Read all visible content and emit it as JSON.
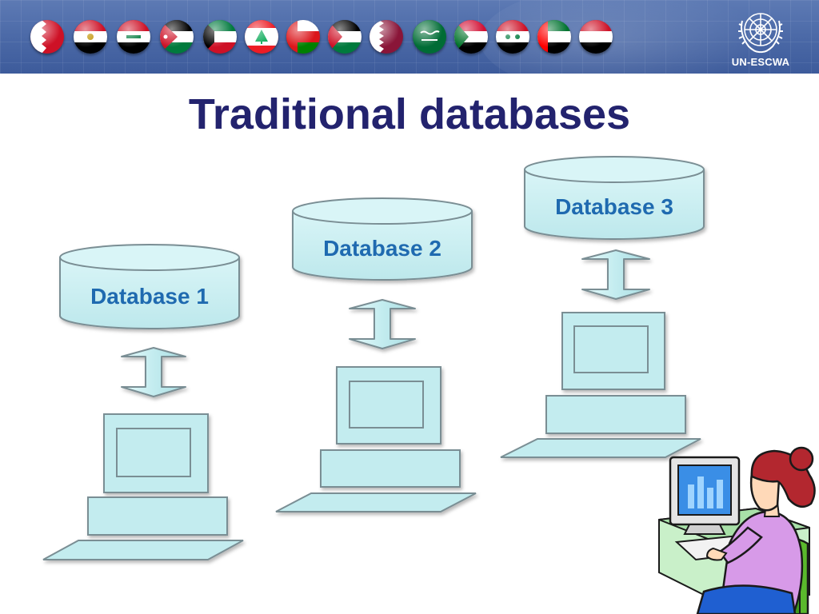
{
  "slide": {
    "title": "Traditional databases"
  },
  "banner": {
    "org_label": "UN-ESCWA",
    "logo_icon": "un-emblem-icon",
    "flags": [
      {
        "name": "bahrain",
        "colors": [
          "#ffffff",
          "#ce1126"
        ]
      },
      {
        "name": "egypt",
        "colors": [
          "#ce1126",
          "#ffffff",
          "#000000"
        ]
      },
      {
        "name": "iraq",
        "colors": [
          "#ce1126",
          "#ffffff",
          "#000000"
        ]
      },
      {
        "name": "jordan",
        "colors": [
          "#000000",
          "#ffffff",
          "#007a3d",
          "#ce1126"
        ]
      },
      {
        "name": "kuwait",
        "colors": [
          "#007a3d",
          "#ffffff",
          "#ce1126",
          "#000000"
        ]
      },
      {
        "name": "lebanon",
        "colors": [
          "#ed1c24",
          "#ffffff",
          "#00a651"
        ]
      },
      {
        "name": "oman",
        "colors": [
          "#db161b",
          "#ffffff",
          "#008000"
        ]
      },
      {
        "name": "palestine",
        "colors": [
          "#000000",
          "#ffffff",
          "#007a3d",
          "#ce1126"
        ]
      },
      {
        "name": "qatar",
        "colors": [
          "#ffffff",
          "#8a1538"
        ]
      },
      {
        "name": "saudi-arabia",
        "colors": [
          "#006c35",
          "#ffffff"
        ]
      },
      {
        "name": "sudan",
        "colors": [
          "#d21034",
          "#ffffff",
          "#000000",
          "#007229"
        ]
      },
      {
        "name": "syria",
        "colors": [
          "#ce1126",
          "#ffffff",
          "#000000",
          "#007a3d"
        ]
      },
      {
        "name": "uae",
        "colors": [
          "#00732f",
          "#ffffff",
          "#000000",
          "#ff0000"
        ]
      },
      {
        "name": "yemen",
        "colors": [
          "#ce1126",
          "#ffffff",
          "#000000"
        ]
      }
    ]
  },
  "diagram": {
    "databases": [
      {
        "label": "Database 1"
      },
      {
        "label": "Database 2"
      },
      {
        "label": "Database 3"
      }
    ],
    "colors": {
      "fill": "#c3ecef",
      "outline": "#7a8e94",
      "label": "#1f6ab0",
      "title": "#23236e"
    }
  }
}
